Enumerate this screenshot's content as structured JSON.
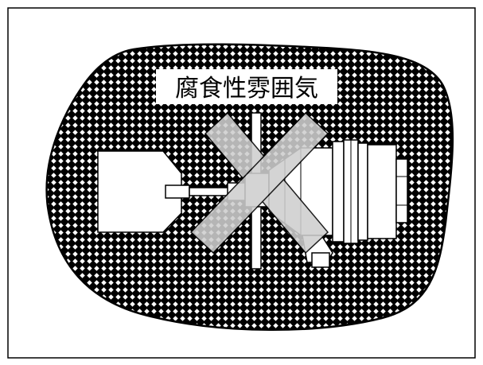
{
  "label": {
    "text": "腐食性雰囲気"
  },
  "colors": {
    "background": "#ffffff",
    "line": "#000000",
    "prohibition_cross": "#cfcfcf",
    "pattern_fill": "#ffffff"
  },
  "icons": {
    "hatch": "cross-hatch-pattern",
    "prohibition": "diagonal-x-mark",
    "device": "level-sensor-device"
  }
}
